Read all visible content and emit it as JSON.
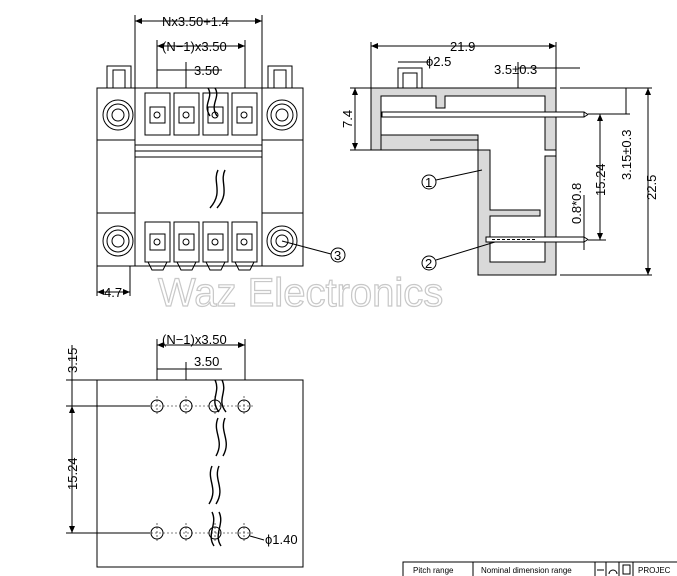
{
  "front_view": {
    "dim_total": "Nx3.50+1.4",
    "dim_pitch_span": "(N−1)x3.50",
    "dim_pitch": "3.50",
    "dim_edge": "4.7",
    "callout_3": "3"
  },
  "side_view": {
    "dim_length": "21.9",
    "dim_pin_dia": "ϕ2.5",
    "dim_offset": "3.5±0.3",
    "dim_top": "7.4",
    "dim_pin_section": "0.8*0.8",
    "dim_row_span": "15.24",
    "dim_mid": "3.15±0.3",
    "dim_height": "22.5",
    "callout_1": "1",
    "callout_2": "2"
  },
  "pcb_layout": {
    "dim_pitch_span": "(N−1)x3.50",
    "dim_pitch": "3.50",
    "dim_top_edge": "3.15",
    "dim_row_span": "15.24",
    "dim_hole_dia": "ϕ1.40"
  },
  "watermark": "Waz Electronics",
  "title_block": {
    "pitch_range": "Pitch range",
    "nominal": "Nominal dimension range",
    "projection": "PROJEC"
  }
}
